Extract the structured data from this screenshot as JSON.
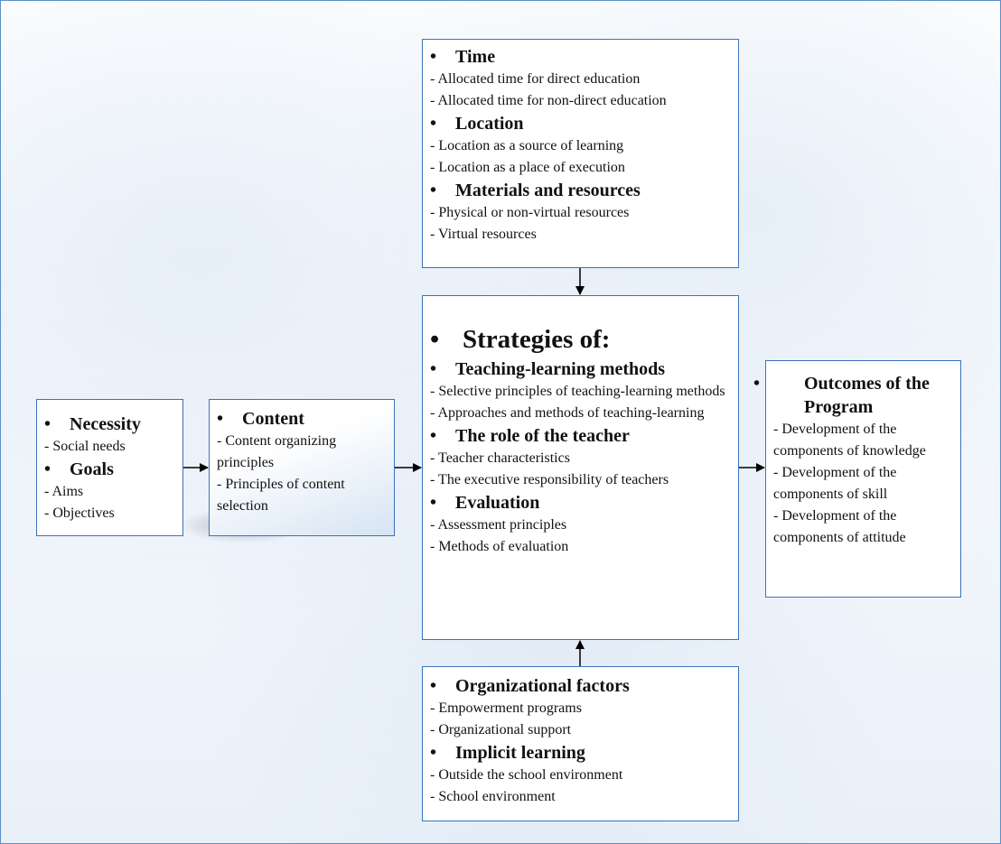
{
  "diagram": {
    "time_box": {
      "sections": [
        {
          "heading": "Time",
          "items": [
            "- Allocated time for direct education",
            "- Allocated time for non-direct education"
          ]
        },
        {
          "heading": "Location",
          "items": [
            "- Location as a source of learning",
            "- Location as a place of execution"
          ]
        },
        {
          "heading": "Materials and resources",
          "items": [
            "- Physical or non-virtual resources",
            "- Virtual resources"
          ]
        }
      ]
    },
    "necessity_box": {
      "sections": [
        {
          "heading": "Necessity",
          "items": [
            "- Social needs"
          ]
        },
        {
          "heading": "Goals",
          "items": [
            "- Aims",
            "- Objectives"
          ]
        }
      ]
    },
    "content_box": {
      "heading": "Content",
      "items": [
        "- Content organizing principles",
        "- Principles of content selection"
      ]
    },
    "strategies_box": {
      "title": "Strategies of:",
      "sections": [
        {
          "heading": "Teaching-learning methods",
          "items": [
            "- Selective principles of teaching-learning methods",
            "- Approaches and methods of teaching-learning"
          ]
        },
        {
          "heading": "The role of the teacher",
          "items": [
            "- Teacher characteristics",
            "- The executive responsibility of teachers"
          ]
        },
        {
          "heading": "Evaluation",
          "items": [
            "- Assessment principles",
            "- Methods of evaluation"
          ]
        }
      ]
    },
    "outcomes_box": {
      "heading": "Outcomes of the Program",
      "items": [
        "- Development of the components of knowledge",
        "- Development of the components of skill",
        "- Development of the components of attitude"
      ]
    },
    "organizational_box": {
      "sections": [
        {
          "heading": "Organizational factors",
          "items": [
            "- Empowerment programs",
            "- Organizational support"
          ]
        },
        {
          "heading": "Implicit learning",
          "items": [
            "- Outside the school environment",
            "- School environment"
          ]
        }
      ]
    },
    "bullet": "•",
    "colors": {
      "border": "#3a73b8",
      "frame": "#5b8fc9",
      "arrow": "#000000"
    }
  }
}
